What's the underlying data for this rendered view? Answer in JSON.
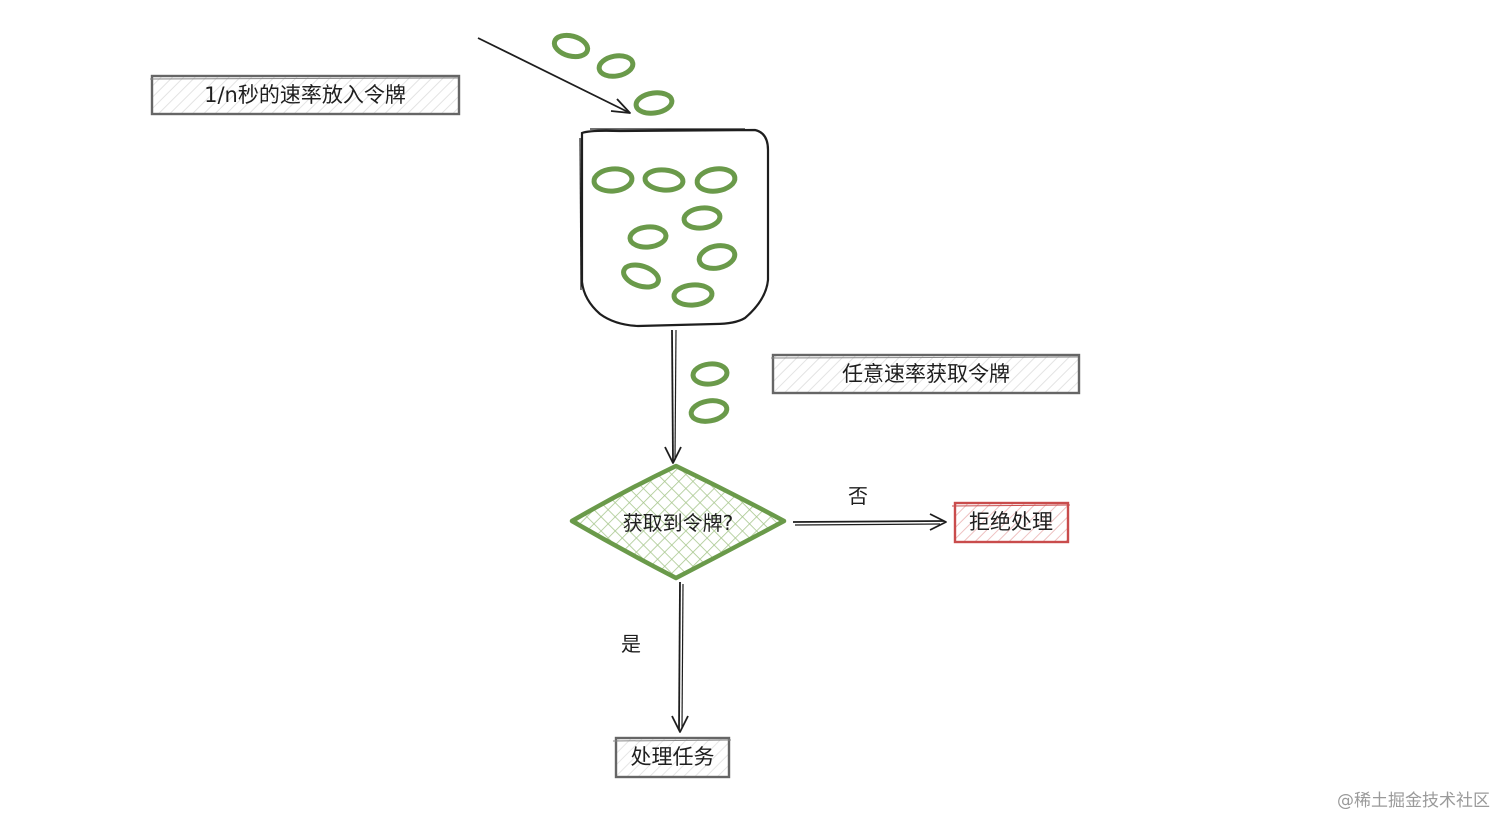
{
  "nodes": {
    "rate_in_label": "1/n秒的速率放入令牌",
    "rate_out_label": "任意速率获取令牌",
    "decision": "获取到令牌?",
    "reject": "拒绝处理",
    "process": "处理任务"
  },
  "edges": {
    "no": "否",
    "yes": "是"
  },
  "watermark": "@稀土掘金技术社区",
  "colors": {
    "token_green": "#6a9a4a",
    "decision_fill": "#b2cf9a",
    "reject_red": "#c94c4c",
    "label_box_gray": "#666666",
    "ink": "#1e1e1e"
  }
}
